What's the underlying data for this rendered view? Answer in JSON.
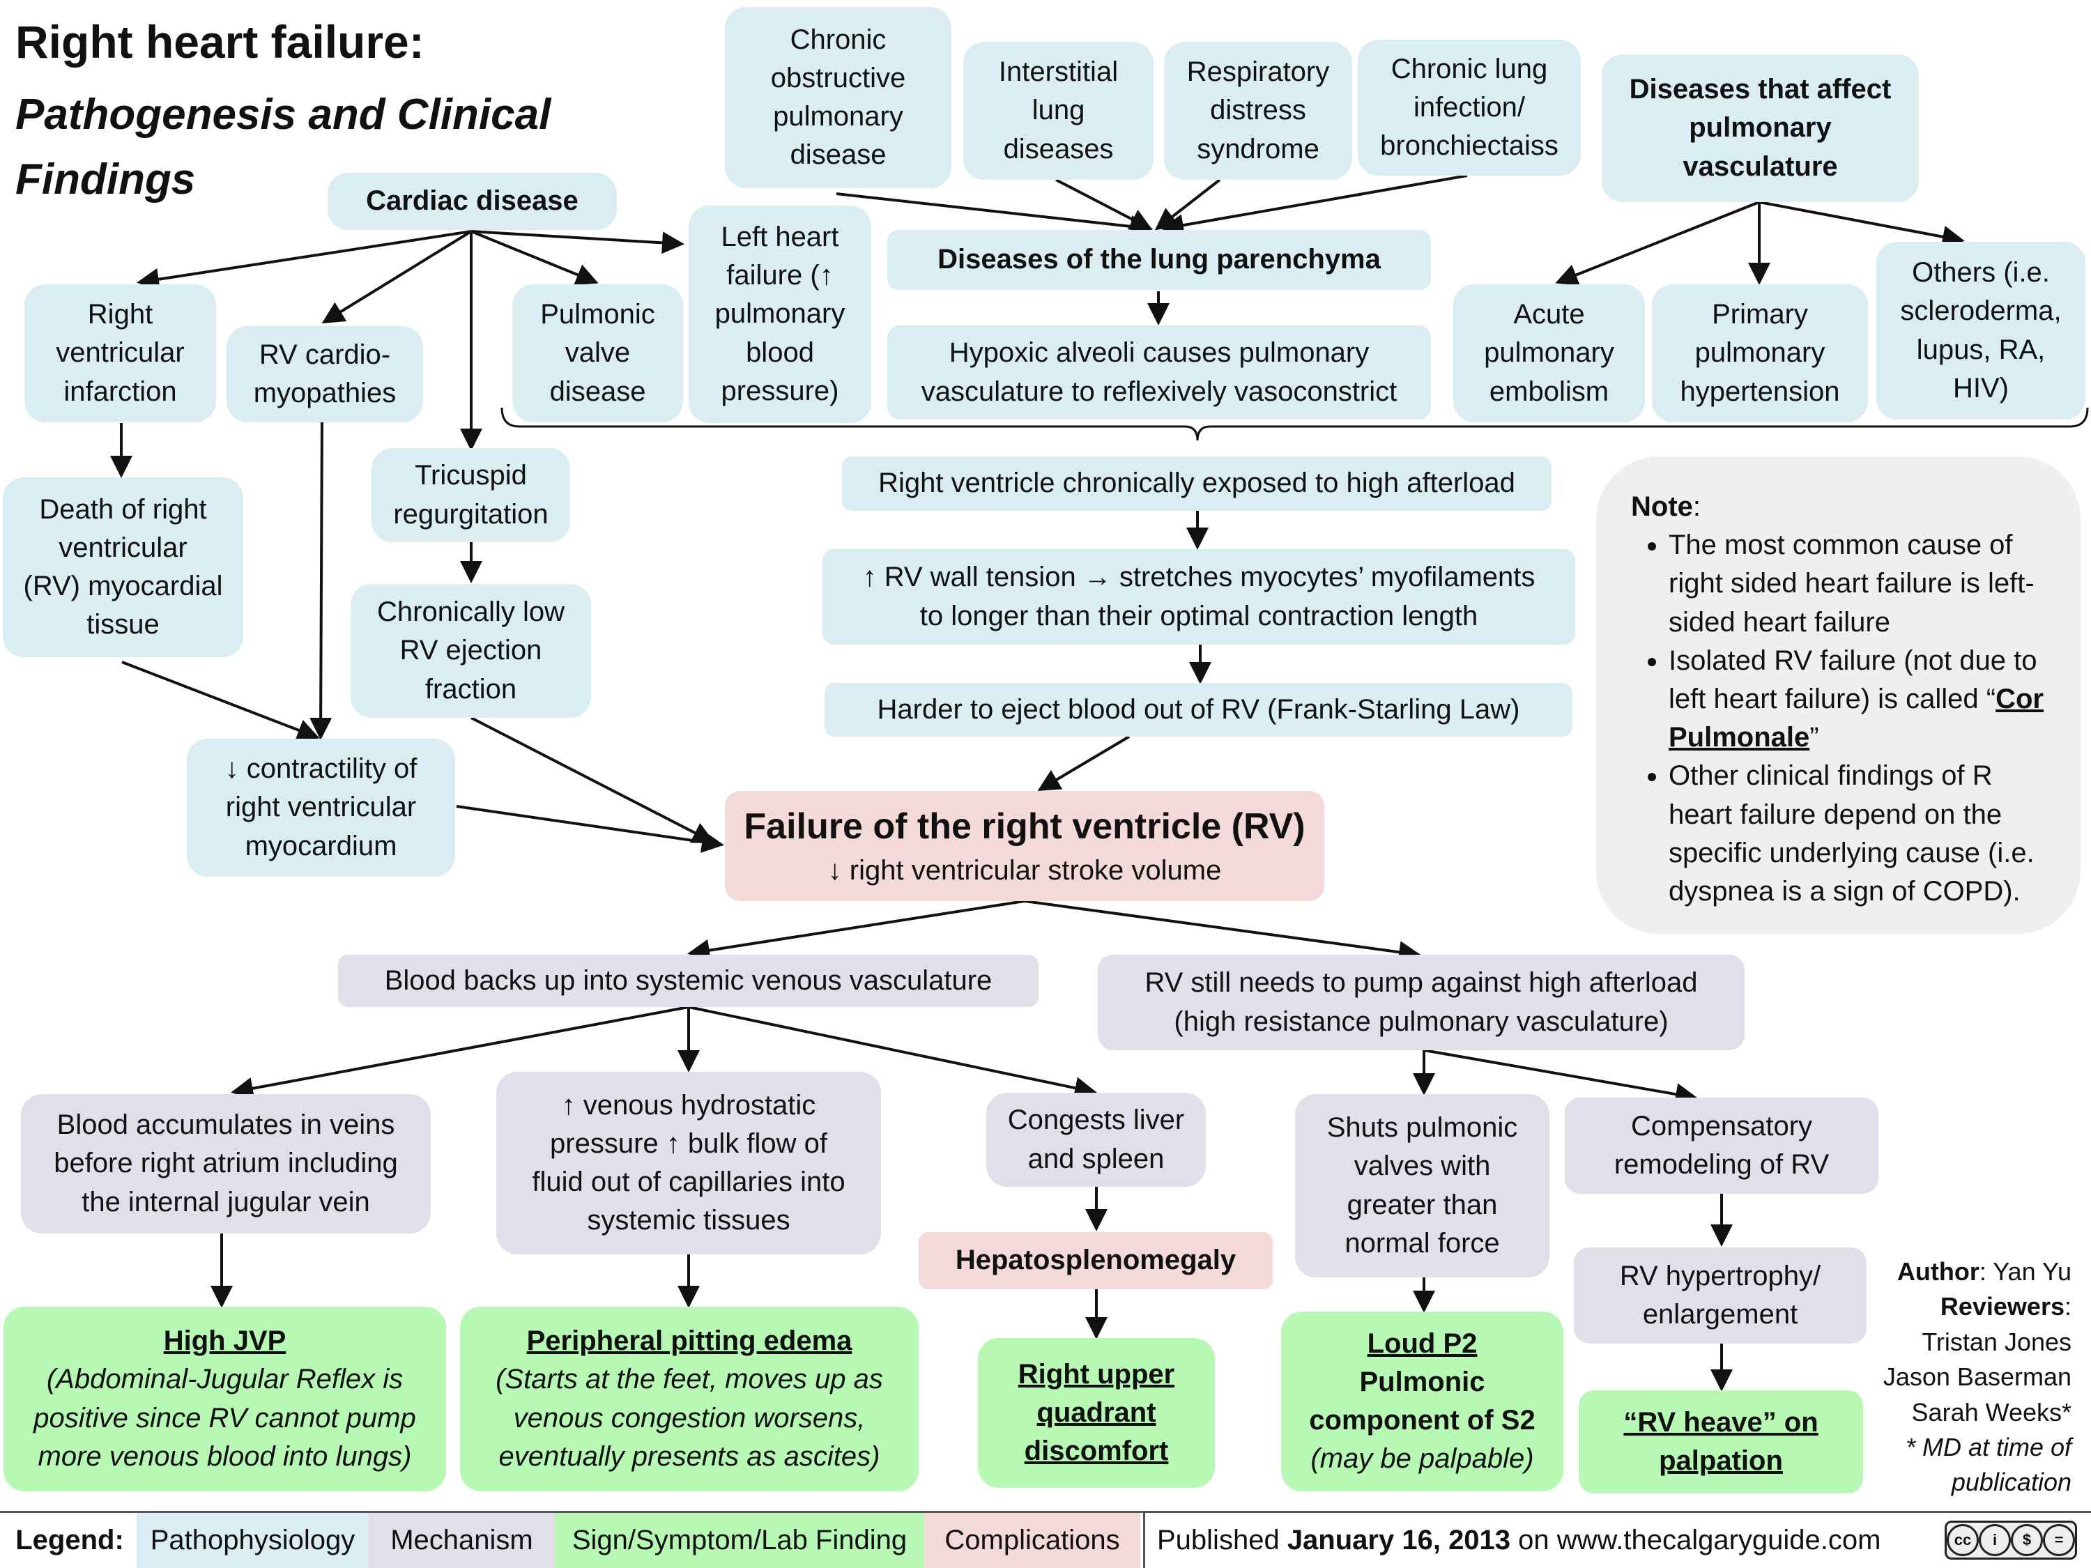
{
  "title": {
    "line1": "Right heart failure:",
    "line2a": "Pathogenesis and  Clinical",
    "line2b": "Findings"
  },
  "nodes": {
    "cardiac": "Cardiac disease",
    "rvi": [
      "Right",
      "ventricular",
      "infarction"
    ],
    "rvcm": [
      "RV cardio-",
      "myopathies"
    ],
    "pvd": [
      "Pulmonic",
      "valve",
      "disease"
    ],
    "lhf": [
      "Left heart",
      "failure (↑",
      "pulmonary",
      "blood",
      "pressure)"
    ],
    "death": [
      "Death of right",
      "ventricular",
      "(RV) myocardial",
      "tissue"
    ],
    "tr": [
      "Tricuspid",
      "regurgitation"
    ],
    "lowef": [
      "Chronically low",
      "RV ejection",
      "fraction"
    ],
    "contract": [
      "↓ contractility of",
      "right ventricular",
      "myocardium"
    ],
    "copd": [
      "Chronic",
      "obstructive",
      "pulmonary",
      "disease"
    ],
    "ild": [
      "Interstitial",
      "lung",
      "diseases"
    ],
    "rds": [
      "Respiratory",
      "distress",
      "syndrome"
    ],
    "cli": [
      "Chronic lung",
      "infection/",
      "bronchiectaiss"
    ],
    "parench": "Diseases of the lung parenchyma",
    "hypoxic": [
      "Hypoxic alveoli causes pulmonary",
      "vasculature to reflexively vasoconstrict"
    ],
    "vasc": [
      "Diseases that affect",
      "pulmonary",
      "vasculature"
    ],
    "ape": [
      "Acute",
      "pulmonary",
      "embolism"
    ],
    "pph": [
      "Primary",
      "pulmonary",
      "hypertension"
    ],
    "others": [
      "Others (i.e.",
      "scleroderma,",
      "lupus, RA,",
      "HIV)"
    ],
    "afterload": "Right ventricle chronically exposed to high afterload",
    "tension": [
      "↑ RV wall tension → stretches myocytes’ myofilaments",
      "to longer than their optimal contraction length"
    ],
    "harder": "Harder to eject blood out of RV (Frank-Starling Law)",
    "failure_title": "Failure of the right ventricle (RV)",
    "failure_sub": "↓ right ventricular stroke volume",
    "backup": "Blood backs up into systemic venous vasculature",
    "stillpump": [
      "RV still needs to pump against high afterload",
      "(high resistance pulmonary vasculature)"
    ],
    "accum": [
      "Blood accumulates in veins",
      "before right atrium including",
      "the internal jugular vein"
    ],
    "hydro": [
      "↑ venous hydrostatic",
      "pressure ↑ bulk flow of",
      "fluid out of capillaries into",
      "systemic tissues"
    ],
    "liver": [
      "Congests liver",
      "and spleen"
    ],
    "hsm": "Hepatosplenomegaly",
    "shuts": [
      "Shuts pulmonic",
      "valves with",
      "greater than",
      "normal force"
    ],
    "remodel": [
      "Compensatory",
      "remodeling of RV"
    ],
    "hypertrophy": [
      "RV hypertrophy/",
      "enlargement"
    ],
    "jvp_title": "High JVP",
    "jvp_sub": [
      "(Abdominal-Jugular Reflex is",
      "positive since RV cannot pump",
      "more venous blood into lungs)"
    ],
    "edema_title": "Peripheral pitting edema",
    "edema_sub": [
      "(Starts at the feet, moves up as",
      "venous congestion worsens,",
      "eventually presents as ascites)"
    ],
    "ruq": [
      "Right upper",
      "quadrant",
      "discomfort"
    ],
    "p2_title": "Loud P2",
    "p2_sub": [
      "Pulmonic",
      "component of S2"
    ],
    "p2_note": "(may be palpable)",
    "heave": [
      "“RV heave” on",
      "palpation"
    ]
  },
  "note": {
    "label": "Note",
    "items": [
      "The most common cause of right sided heart failure is left-sided heart failure",
      "Isolated RV failure (not due to left heart failure) is called",
      "Other clinical findings of R heart failure depend on the specific underlying cause (i.e. dyspnea is a sign of COPD)."
    ],
    "cor": "Cor Pulmonale"
  },
  "author": {
    "author_label": "Author",
    "author_name": "Yan Yu",
    "reviewers_label": "Reviewers",
    "reviewers": [
      "Tristan Jones",
      "Jason Baserman",
      "Sarah Weeks*"
    ],
    "footnote": [
      "* MD at time of",
      "publication"
    ]
  },
  "legend": {
    "label": "Legend:",
    "items": [
      "Pathophysiology",
      "Mechanism",
      "Sign/Symptom/Lab Finding",
      "Complications"
    ],
    "published_prefix": "Published",
    "published_date": "January 16, 2013",
    "published_suffix": "on www.thecalgaryguide.com"
  },
  "colors": {
    "pathophysiology": "#daedf3",
    "mechanism": "#e3dfea",
    "sign": "#b6f8b4",
    "complication": "#f3d9d7",
    "note": "#efefef"
  }
}
